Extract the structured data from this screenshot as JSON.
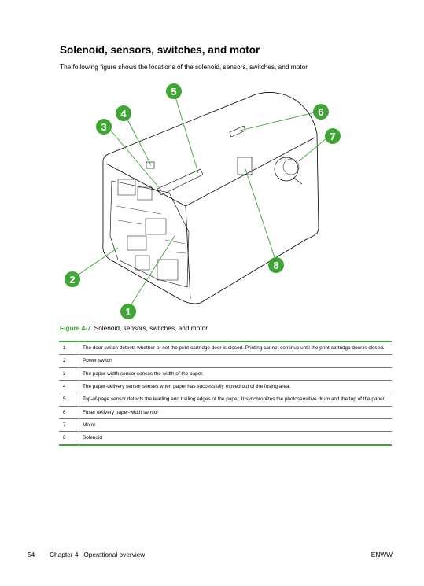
{
  "page": {
    "title": "Solenoid, sensors, switches, and motor",
    "intro": "The following figure shows the locations of the solenoid, sensors, switches, and motor."
  },
  "figure": {
    "callouts": [
      "1",
      "2",
      "3",
      "4",
      "5",
      "6",
      "7",
      "8"
    ],
    "accent_color": "#3fa535"
  },
  "caption": {
    "number": "Figure 4-7",
    "text": "Solenoid, sensors, switches, and motor"
  },
  "legend": [
    {
      "num": "1",
      "desc": "The door switch detects whether or not the print-cartridge door is closed. Printing cannot continue until the print-cartridge door is closed."
    },
    {
      "num": "2",
      "desc": "Power switch"
    },
    {
      "num": "3",
      "desc": "The paper-width sensor senses the width of the paper."
    },
    {
      "num": "4",
      "desc": "The paper-delivery sensor senses when paper has successfully moved out of the fusing area."
    },
    {
      "num": "5",
      "desc": "Top-of-page sensor detects the leading and trailing edges of the paper. It synchronizes the photosensitive drum and the top of the paper."
    },
    {
      "num": "6",
      "desc": "Fuser delivery paper-width sensor"
    },
    {
      "num": "7",
      "desc": "Motor"
    },
    {
      "num": "8",
      "desc": "Solenoid"
    }
  ],
  "footer": {
    "page_number": "54",
    "chapter": "Chapter 4   Operational overview",
    "right": "ENWW"
  }
}
